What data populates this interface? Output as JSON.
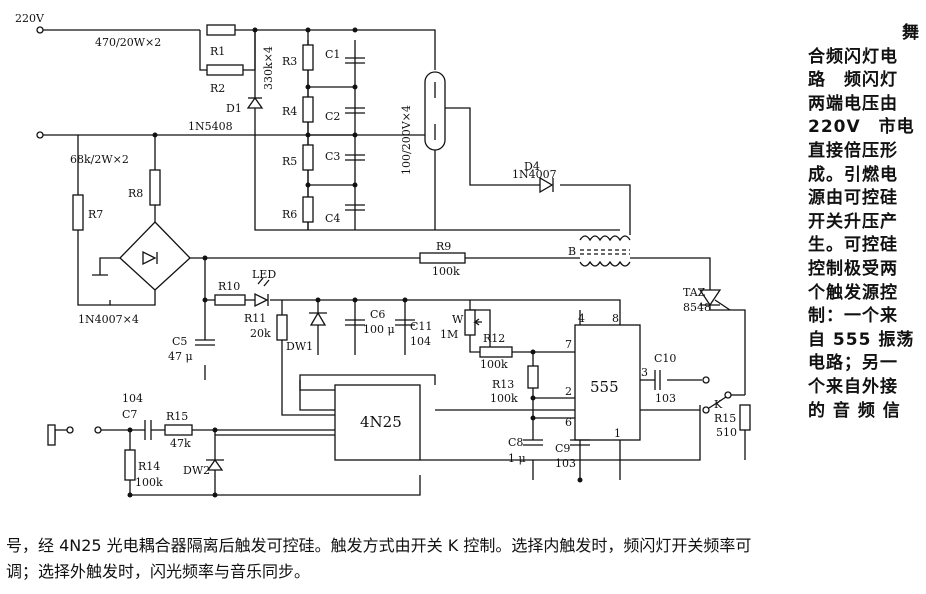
{
  "description_side": [
    "舞",
    "合频闪灯电",
    "路　频闪灯",
    "两端电压由",
    "220V　市电",
    "直接倍压形",
    "成。引燃电",
    "源由可控硅",
    "开关升压产",
    "生。可控硅",
    "控制极受两",
    "个触发源控",
    "制：一个来",
    "自 555 振荡",
    "电路；另一",
    "个来自外接",
    "的 音 频 信"
  ],
  "description_bottom": [
    "号，经 4N25 光电耦合器隔离后触发可控硅。触发方式由开关 K 控制。选择内触发时，频闪灯开关频率可",
    "调；选择外触发时，闪光频率与音乐同步。"
  ],
  "labels": {
    "mains": "220V",
    "r_pair": "470/20W×2",
    "r1": "R1",
    "r2": "R2",
    "r3": "R3",
    "r4": "R4",
    "r5": "R5",
    "r6": "R6",
    "r_quad": "330k×4",
    "d1": "D1",
    "d1_part": "1N5408",
    "c1": "C1",
    "c2": "C2",
    "c3": "C3",
    "c4": "C4",
    "cap_quad": "100/200V×4",
    "d4": "D4",
    "d4_part": "1N4007",
    "r8_pair": "68k/2W×2",
    "r8": "R8",
    "r7": "R7",
    "bridge_part": "1N4007×4",
    "r9": "R9",
    "r9_val": "100k",
    "b": "B",
    "led": "LED",
    "r10": "R10",
    "r11": "R11",
    "r11_val": "20k",
    "dw1": "DW1",
    "c6": "C6",
    "c6_val": "100 μ",
    "c11": "C11",
    "c11_val": "104",
    "c5": "C5",
    "c5_val": "47 μ",
    "w": "W",
    "w_val": "1M",
    "r12": "R12",
    "r12_val": "100k",
    "r13": "R13",
    "r13_val": "100k",
    "ic555": "555",
    "pin4": "4",
    "pin8": "8",
    "pin7": "7",
    "pin3": "3",
    "pin2": "2",
    "pin6": "6",
    "pin1": "1",
    "c10": "C10",
    "c10_val": "103",
    "taz": "TAZ",
    "taz_part": "8548",
    "k": "K",
    "r15": "R15",
    "r15_val": "510",
    "c8": "C8",
    "c8_val": "1 μ",
    "c9": "C9",
    "c9_val": "103",
    "c7_val": "104",
    "c7": "C7",
    "r15b": "R15",
    "r15b_val": "47k",
    "r14": "R14",
    "r14_val": "100k",
    "dw2": "DW2",
    "opto": "4N25"
  }
}
